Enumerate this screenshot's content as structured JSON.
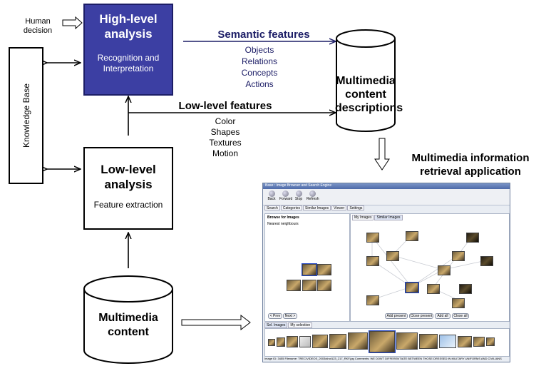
{
  "human_decision": {
    "line1": "Human",
    "line2": "decision"
  },
  "knowledge_base": "Knowledge Base",
  "high_level": {
    "title1": "High-level",
    "title2": "analysis",
    "sub1": "Recognition and",
    "sub2": "Interpretation"
  },
  "low_level": {
    "title1": "Low-level",
    "title2": "analysis",
    "sub": "Feature extraction"
  },
  "semantic": {
    "title": "Semantic features",
    "items": [
      "Objects",
      "Relations",
      "Concepts",
      "Actions"
    ]
  },
  "lowlevel_features": {
    "title": "Low-level features",
    "items": [
      "Color",
      "Shapes",
      "Textures",
      "Motion"
    ]
  },
  "descriptions": {
    "line1": "Multimedia",
    "line2": "content",
    "line3": "descriptions"
  },
  "content": {
    "line1": "Multimedia",
    "line2": "content"
  },
  "application": {
    "line1": "Multimedia information",
    "line2": "retrieval application"
  },
  "colors": {
    "highlight": "#3c3fa3",
    "semantic_text": "#1c1d66"
  },
  "screenshot": {
    "title": "Base : Image Browser and Search Engine",
    "toolbar": [
      "Back",
      "Forward",
      "Stop",
      "Refresh"
    ],
    "tabs": [
      "Search",
      "Categories",
      "Similar Images",
      "Viewer",
      "Settings"
    ],
    "left_header": "Browse for Images",
    "left_sub": "Nearest neighbours",
    "right_tabs": [
      "My Images",
      "Similar Images"
    ],
    "left_buttons": [
      "< Prev",
      "Next >"
    ],
    "right_buttons": [
      "Add present",
      "Close present",
      "Add all",
      "Close all"
    ],
    "strip_tabs": [
      "Sel. Images",
      "My selection"
    ],
    "status": "Image ID: 3455   Filename: TREC/VIDEOS_2003/shot123_217_RKF.jpg   Comments: WE DON'T DIFFERENTIATE BETWEEN THOSE DRESSED IN MILITARY UNIFORMS AND CIVILIANS"
  }
}
